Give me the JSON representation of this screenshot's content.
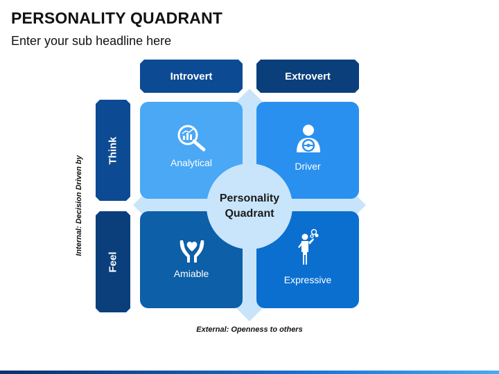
{
  "title": "PERSONALITY QUADRANT",
  "subtitle": "Enter your sub headline here",
  "columns": {
    "introvert": "Introvert",
    "extrovert": "Extrovert"
  },
  "rows": {
    "think": "Think",
    "feel": "Feel"
  },
  "quadrants": [
    {
      "label": "Analytical",
      "icon": "magnifier-chart-icon",
      "color": "#4aa8f5"
    },
    {
      "label": "Driver",
      "icon": "steering-wheel-person-icon",
      "color": "#2a90f0"
    },
    {
      "label": "Amiable",
      "icon": "hands-heart-icon",
      "color": "#0d5fa8"
    },
    {
      "label": "Expressive",
      "icon": "person-speech-icon",
      "color": "#0b6fd0"
    }
  ],
  "center": {
    "line1": "Personality",
    "line2": "Quadrant"
  },
  "axis": {
    "vertical": "Internal: Decision Driven by",
    "horizontal": "External: Openness to others"
  },
  "colors": {
    "header_dark": "#0b3f7c",
    "header_mid": "#0d4a94",
    "diamond": "#c8e4fb",
    "center_circle": "#c9e5fb"
  }
}
